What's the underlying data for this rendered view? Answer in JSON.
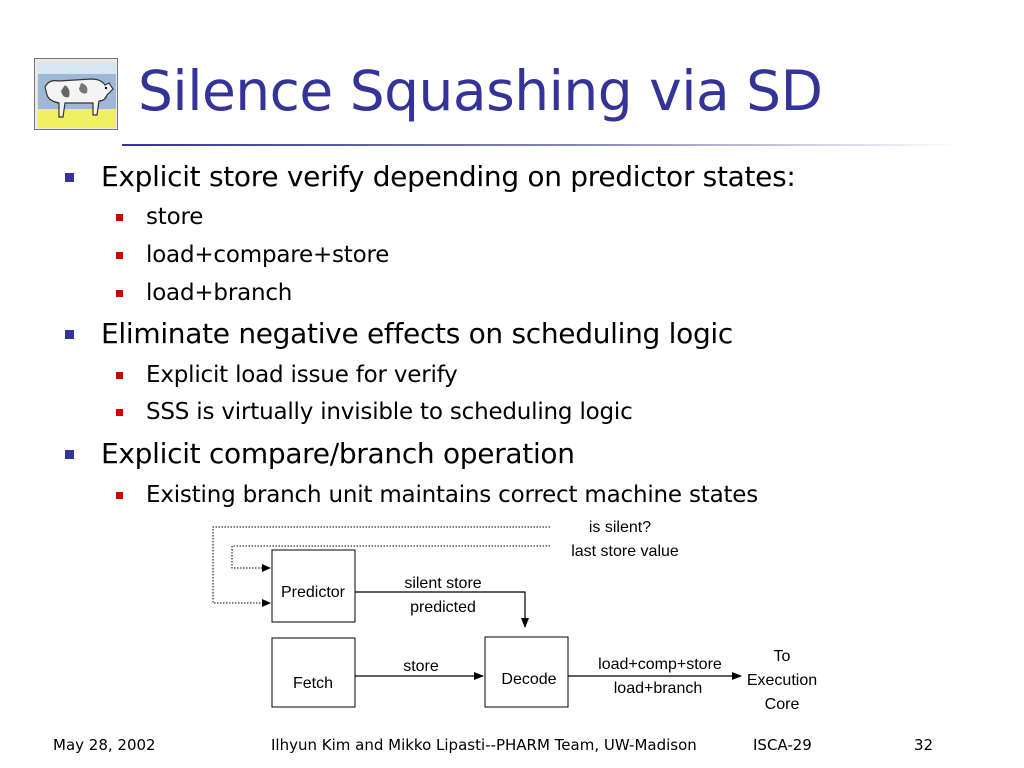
{
  "slide": {
    "title": "Silence Squashing via SD",
    "bullets": [
      {
        "text": "Explicit store verify depending on predictor states:",
        "sub": [
          "store",
          "load+compare+store",
          "load+branch"
        ]
      },
      {
        "text": "Eliminate negative effects on scheduling logic",
        "sub": [
          "Explicit load issue for verify",
          "SSS is virtually invisible to scheduling logic"
        ]
      },
      {
        "text": "Explicit compare/branch operation",
        "sub": [
          "Existing branch unit maintains correct machine states"
        ]
      }
    ]
  },
  "diagram": {
    "is_silent": "is silent?",
    "last_store_value": "last store value",
    "predictor": "Predictor",
    "silent_store": "silent store",
    "predicted": "predicted",
    "fetch": "Fetch",
    "store": "store",
    "decode": "Decode",
    "load_comp_store": "load+comp+store",
    "load_branch": "load+branch",
    "to": "To",
    "execution": "Execution",
    "core": "Core"
  },
  "footer": {
    "date": "May 28, 2002",
    "authors": "Ilhyun Kim and Mikko Lipasti--PHARM Team, UW-Madison",
    "venue": "ISCA-29",
    "page": "32"
  },
  "colors": {
    "title": "#333399",
    "main_bullet": "#333399",
    "sub_bullet": "#cc0000"
  },
  "icons": {
    "logo": "cow-painting-logo"
  }
}
